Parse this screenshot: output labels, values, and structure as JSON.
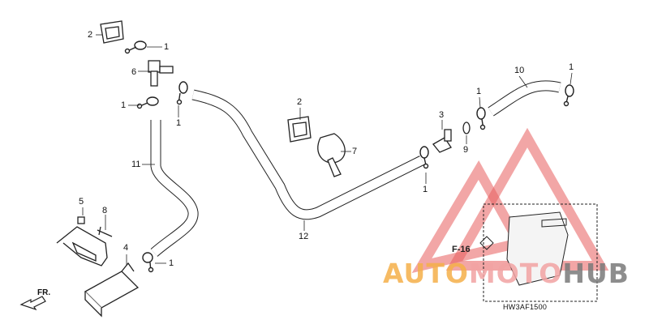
{
  "callouts": {
    "c2a": "2",
    "c1a": "1",
    "c6": "6",
    "c1b": "1",
    "c1c": "1",
    "c11": "11",
    "c5": "5",
    "c8": "8",
    "c4": "4",
    "c1d": "1",
    "c2b": "2",
    "c7": "7",
    "c12": "12",
    "c3": "3",
    "c9": "9",
    "c1e": "1",
    "c1f": "1",
    "c10": "10",
    "c1g": "1"
  },
  "reference": "F-16",
  "front_label": "FR.",
  "diagram_code": "HW3AF1500",
  "watermark": {
    "part1": "AUTO",
    "part2": "MOTO",
    "part3": "HUB",
    "colors": {
      "auto": "#f5b04a",
      "moto": "#f2a3a3",
      "hub": "#7a7a7a",
      "logo": "#e85c5c"
    }
  }
}
